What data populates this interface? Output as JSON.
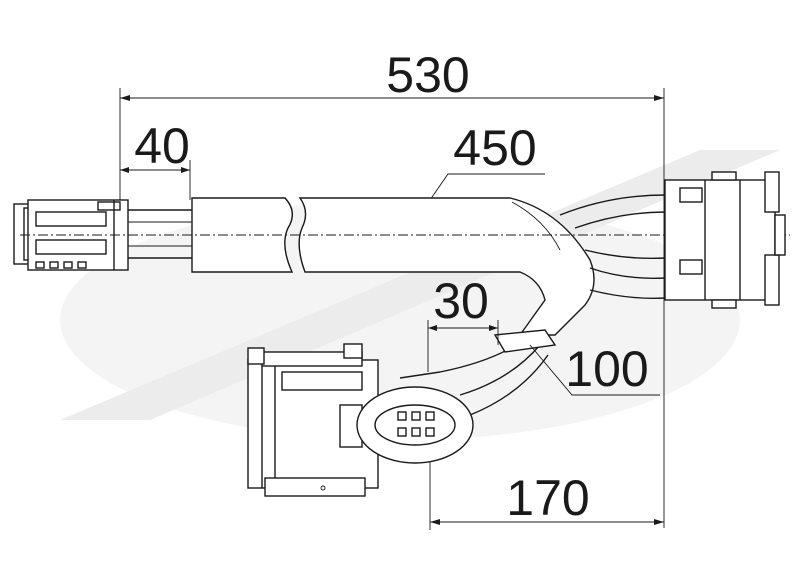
{
  "dimensions": {
    "overall": "530",
    "left_connector": "40",
    "sleeve": "450",
    "plug_offset": "30",
    "branch": "100",
    "plug_branch": "170"
  },
  "colors": {
    "line": "#1a1a1a",
    "watermark": "#f2f2f2",
    "background": "#ffffff"
  }
}
